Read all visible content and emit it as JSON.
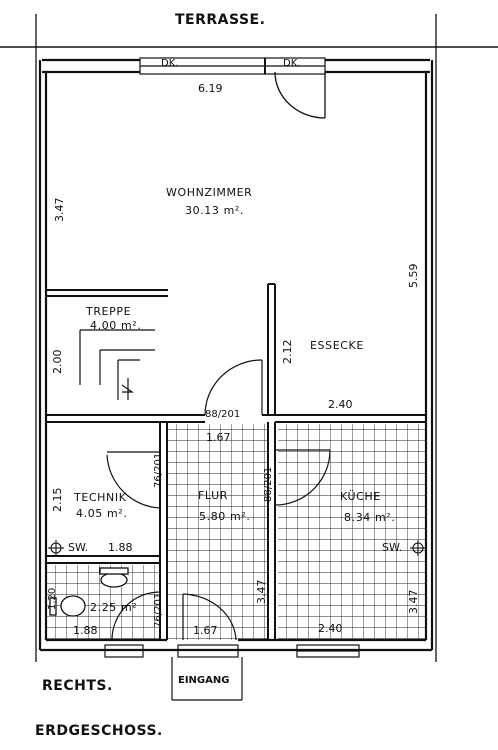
{
  "plan": {
    "top_label": "TERRASSE.",
    "left_label": "RECHTS.",
    "bottom_label": "ERDGESCHOSS.",
    "entrance_label": "EINGANG",
    "window_labels": [
      "DK.",
      "DK."
    ]
  },
  "rooms": {
    "wohnzimmer": {
      "name": "WOHNZIMMER",
      "area": "30.13 m²."
    },
    "treppe": {
      "name": "TREPPE",
      "area": "4.00 m²."
    },
    "essecke": {
      "name": "ESSECKE"
    },
    "technik": {
      "name": "TECHNIK",
      "area": "4.05 m²."
    },
    "flur": {
      "name": "FLUR",
      "area": "5.80 m²."
    },
    "kueche": {
      "name": "KÜCHE",
      "area": "8.34 m²."
    },
    "wc": {
      "area": "2.25 m²"
    }
  },
  "dimensions": {
    "top_width": "6.19",
    "left_height_upper": "3.47",
    "right_height": "5.59",
    "treppe_height": "2.00",
    "essecke_wall": "2.12",
    "essecke_width": "2.40",
    "flur_door_top": "88/201",
    "flur_width_top": "1.67",
    "technik_height": "2.15",
    "technik_door": "76/201",
    "kueche_door": "88/201",
    "sw_left": "SW.",
    "sw_left_value": "1.88",
    "sw_right": "SW.",
    "flur_height": "3.47",
    "kueche_height": "3.47",
    "wc_height": "1.20",
    "wc_door": "76/201",
    "wc_width": "1.88",
    "flur_width_bottom": "1.67",
    "kueche_width_bottom": "2.40"
  }
}
